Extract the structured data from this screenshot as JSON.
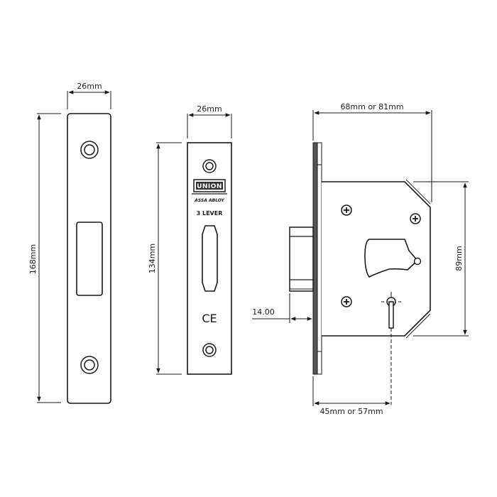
{
  "diagram": {
    "subject": "Mortice deadlock technical drawing",
    "colors": {
      "line": "#1a1a1a",
      "background": "#ffffff",
      "plate_edge": "#555555"
    },
    "strike_plate": {
      "width_label": "26mm",
      "height_label": "168mm"
    },
    "forend_plate": {
      "width_label": "26mm",
      "height_label": "134mm",
      "brand": "UNION",
      "maker": "ASSA ABLOY",
      "lever_label": "3 LEVER",
      "certification": "CE"
    },
    "lock_body": {
      "case_width_label": "68mm or 81mm",
      "case_height_label": "89mm",
      "bolt_throw_label": "14.00",
      "backset_label": "45mm or 57mm"
    }
  }
}
